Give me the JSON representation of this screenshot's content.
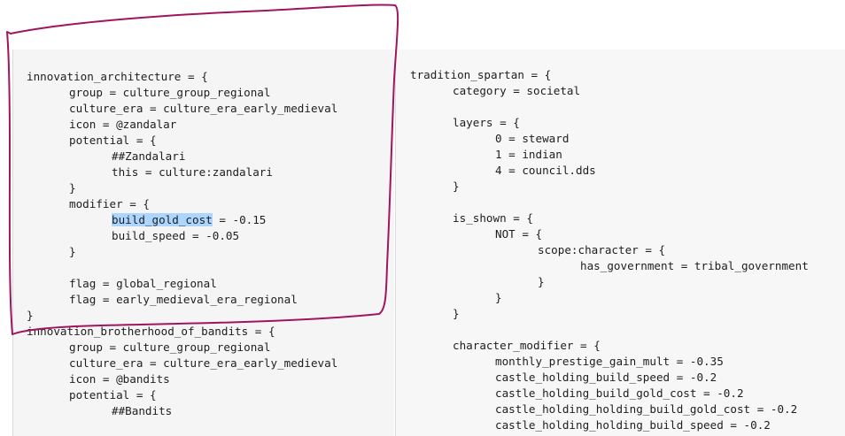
{
  "left_pane": {
    "lines": [
      {
        "text": "innovation_architecture = {",
        "indent": 0
      },
      {
        "text": "group = culture_group_regional",
        "indent": 1
      },
      {
        "text": "culture_era = culture_era_early_medieval",
        "indent": 1
      },
      {
        "text": "icon = @zandalar",
        "indent": 1
      },
      {
        "text": "potential = {",
        "indent": 1
      },
      {
        "text": "##Zandalari",
        "indent": 2
      },
      {
        "text": "this = culture:zandalari",
        "indent": 2
      },
      {
        "text": "}",
        "indent": 1
      },
      {
        "text": "modifier = {",
        "indent": 1
      },
      {
        "text": " = -0.15",
        "indent": 2,
        "highlight": "build_gold_cost"
      },
      {
        "text": "build_speed = -0.05",
        "indent": 2
      },
      {
        "text": "}",
        "indent": 1
      },
      {
        "text": "",
        "indent": 0
      },
      {
        "text": "flag = global_regional",
        "indent": 1
      },
      {
        "text": "flag = early_medieval_era_regional",
        "indent": 1
      },
      {
        "text": "}",
        "indent": 0
      },
      {
        "text": "innovation_brotherhood_of_bandits = {",
        "indent": 0
      },
      {
        "text": "group = culture_group_regional",
        "indent": 1
      },
      {
        "text": "culture_era = culture_era_early_medieval",
        "indent": 1
      },
      {
        "text": "icon = @bandits",
        "indent": 1
      },
      {
        "text": "potential = {",
        "indent": 1
      },
      {
        "text": "##Bandits",
        "indent": 2
      }
    ]
  },
  "right_pane": {
    "lines": [
      {
        "text": "tradition_spartan = {",
        "indent": 0
      },
      {
        "text": "category = societal",
        "indent": 1
      },
      {
        "text": "",
        "indent": 0
      },
      {
        "text": "layers = {",
        "indent": 1
      },
      {
        "text": "0 = steward",
        "indent": 2
      },
      {
        "text": "1 = indian",
        "indent": 2
      },
      {
        "text": "4 = council.dds",
        "indent": 2
      },
      {
        "text": "}",
        "indent": 1
      },
      {
        "text": "",
        "indent": 0
      },
      {
        "text": "is_shown = {",
        "indent": 1
      },
      {
        "text": "NOT = {",
        "indent": 2
      },
      {
        "text": "scope:character = {",
        "indent": 3
      },
      {
        "text": "has_government = tribal_government",
        "indent": 4
      },
      {
        "text": "}",
        "indent": 3
      },
      {
        "text": "}",
        "indent": 2
      },
      {
        "text": "}",
        "indent": 1
      },
      {
        "text": "",
        "indent": 0
      },
      {
        "text": "character_modifier = {",
        "indent": 1
      },
      {
        "text": "monthly_prestige_gain_mult = -0.35",
        "indent": 2
      },
      {
        "text": "castle_holding_build_speed = -0.2",
        "indent": 2
      },
      {
        "text": "castle_holding_build_gold_cost = -0.2",
        "indent": 2
      },
      {
        "text": "castle_holding_holding_build_gold_cost = -0.2",
        "indent": 2
      },
      {
        "text": "castle_holding_holding_build_speed = -0.2",
        "indent": 2
      },
      {
        "text": "}",
        "indent": 1
      }
    ]
  },
  "colors": {
    "annotation": "#a0155e",
    "selection": "#add6ff",
    "text": "#1e1e1e"
  }
}
